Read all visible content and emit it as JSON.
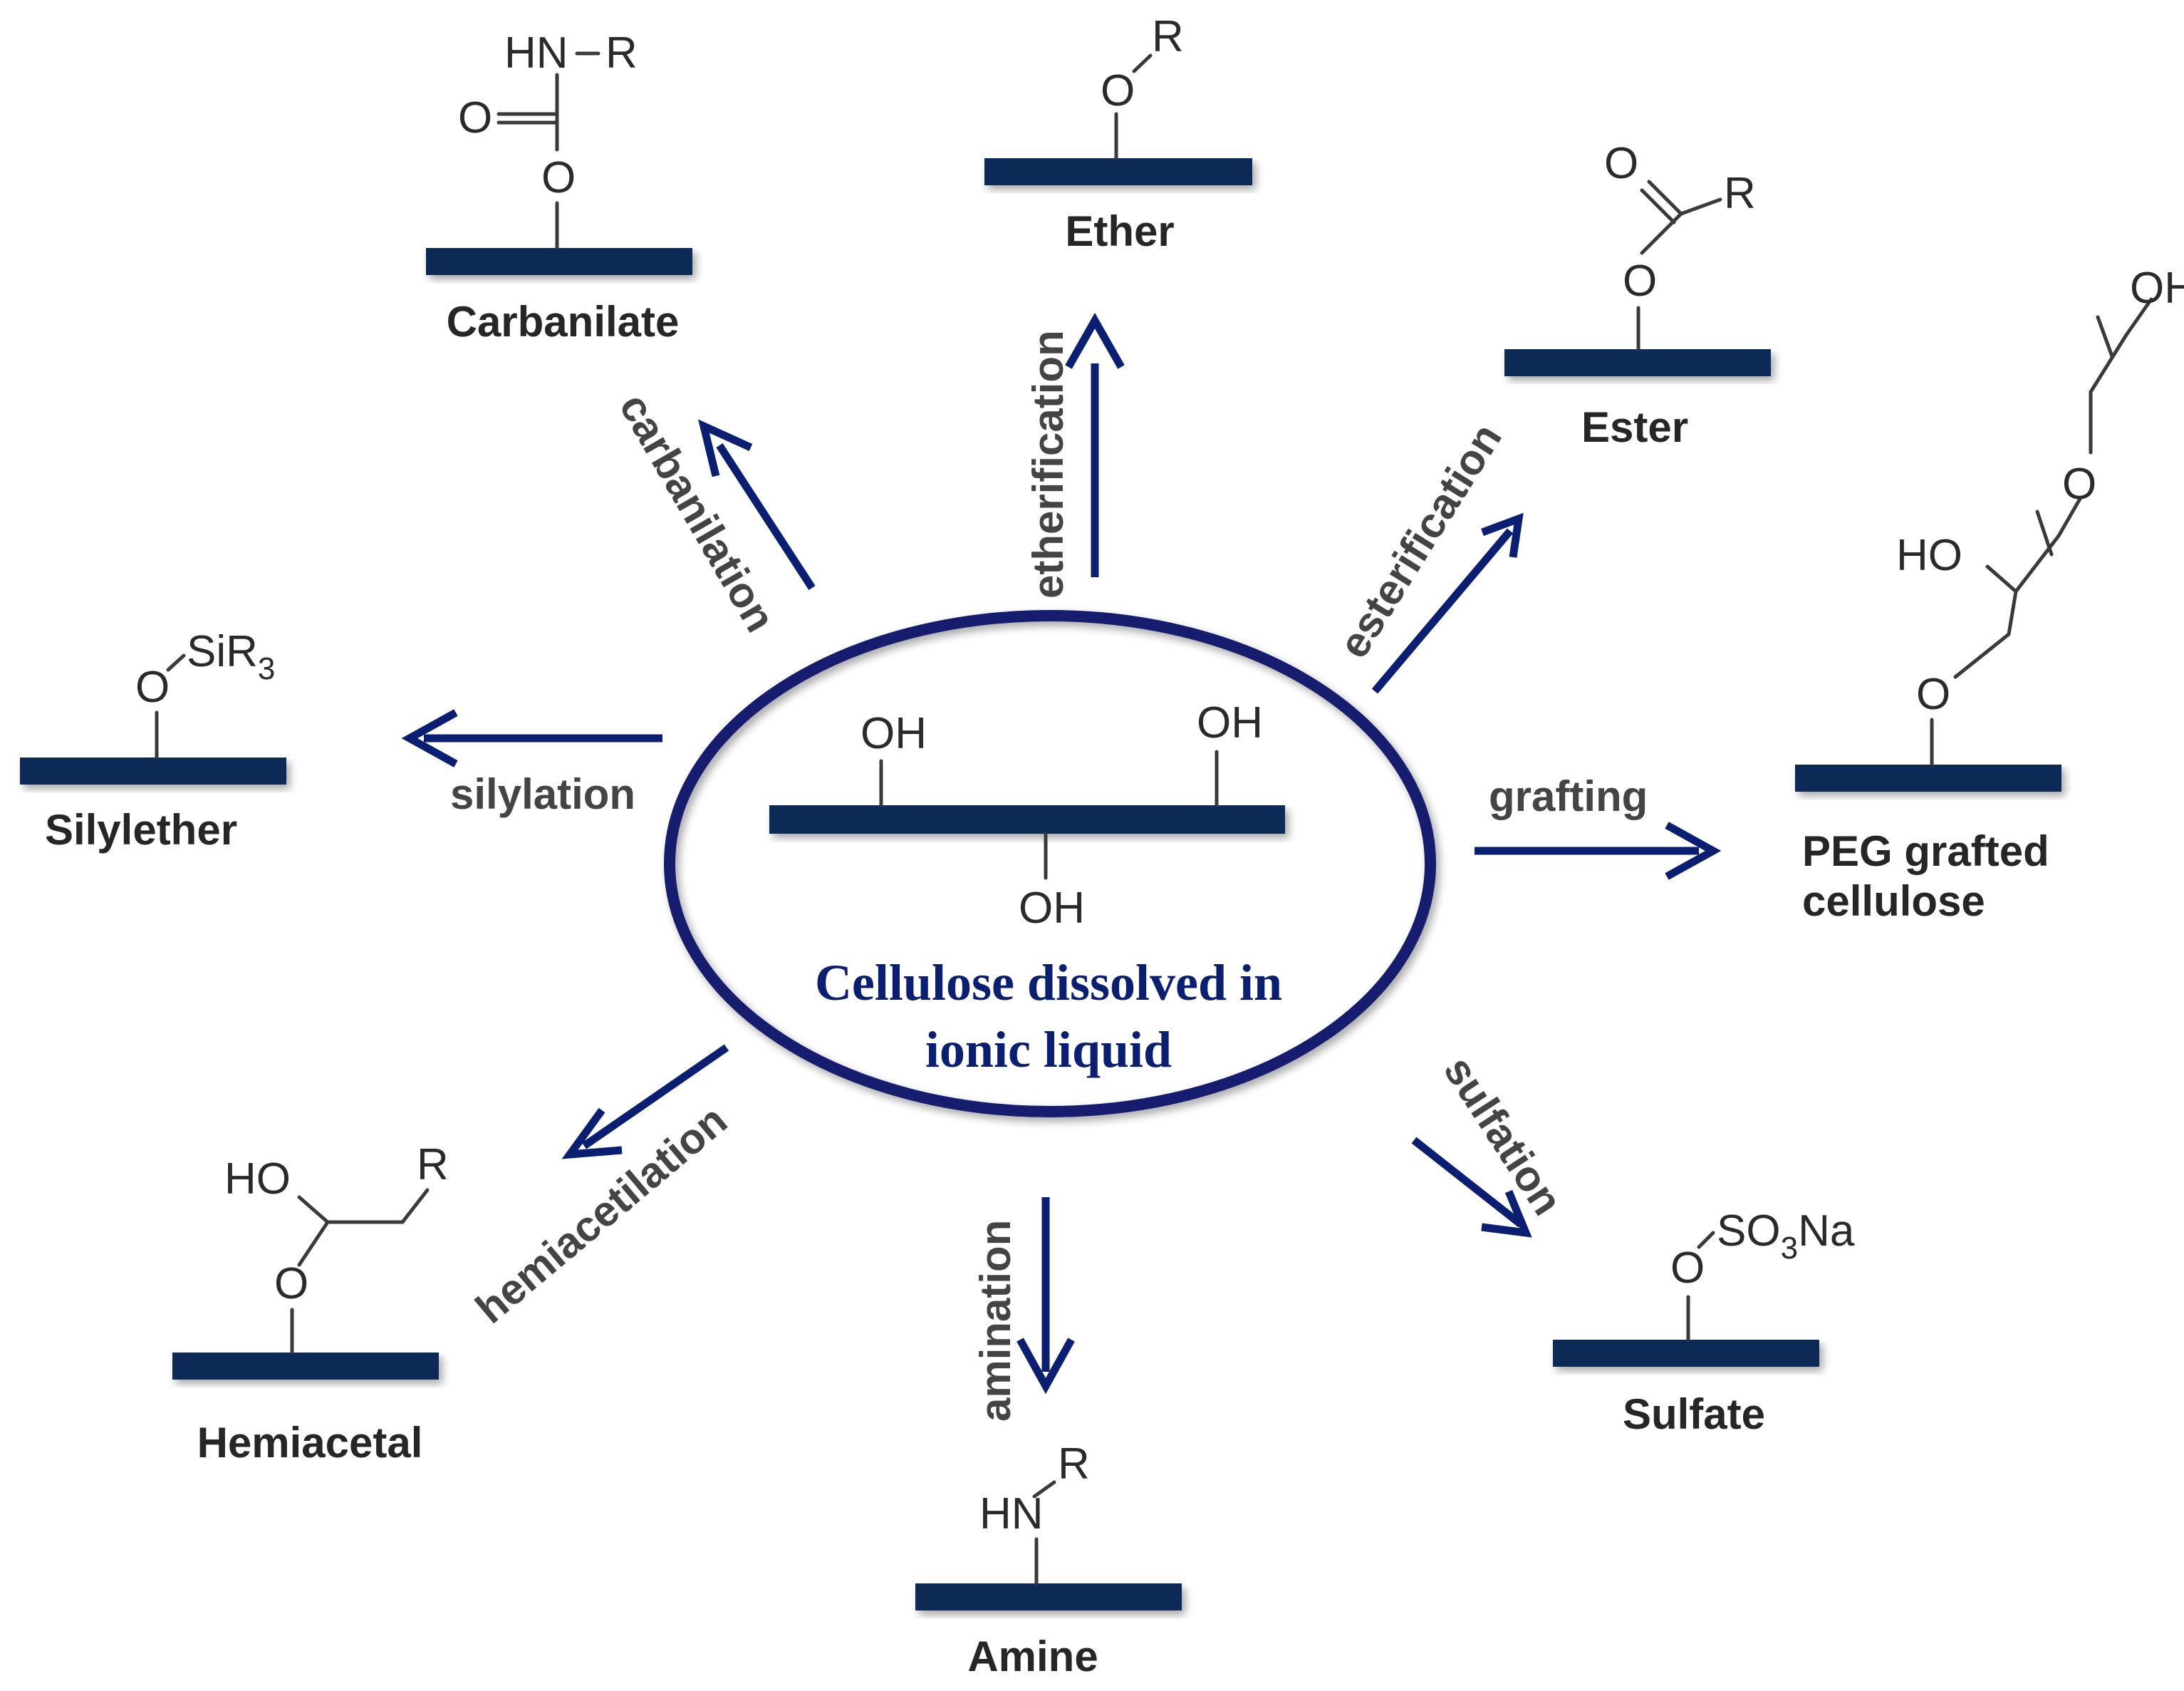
{
  "colors": {
    "accent": "#0b1f72",
    "bar": "#0d2b57",
    "ellipse": "#141e6e",
    "text": "#262626"
  },
  "center": {
    "line1": "Cellulose dissolved in",
    "line2": "ionic liquid",
    "oh_left": "OH",
    "oh_right": "OH",
    "oh_bottom": "OH"
  },
  "reactions": {
    "etherification": "etherification",
    "carbanilation": "carbanilation",
    "esterification": "esterification",
    "silylation": "silylation",
    "grafting": "grafting",
    "sulfation": "sulfation",
    "amination": "amination",
    "hemiacetilation": "hemiacetilation"
  },
  "products": {
    "ether": {
      "label": "Ether",
      "o": "O",
      "r": "R"
    },
    "carbanilate": {
      "label": "Carbanilate",
      "hn": "HN",
      "r": "R",
      "o_carbonyl": "O",
      "o_link": "O"
    },
    "ester": {
      "label": "Ester",
      "o_carbonyl": "O",
      "r": "R",
      "o_link": "O"
    },
    "silylether": {
      "label": "Silylether",
      "o": "O",
      "si": "SiR",
      "sub": "3"
    },
    "peg": {
      "label_line1": "PEG grafted",
      "label_line2": "cellulose",
      "oh_top": "OH",
      "o_chain": "O",
      "ho": "HO",
      "o_link": "O"
    },
    "sulfate": {
      "label": "Sulfate",
      "o": "O",
      "so": "SO",
      "sub": "3",
      "na": "Na"
    },
    "amine": {
      "label": "Amine",
      "hn": "HN",
      "r": "R"
    },
    "hemiacetal": {
      "label": "Hemiacetal",
      "ho": "HO",
      "r": "R",
      "o": "O"
    }
  }
}
